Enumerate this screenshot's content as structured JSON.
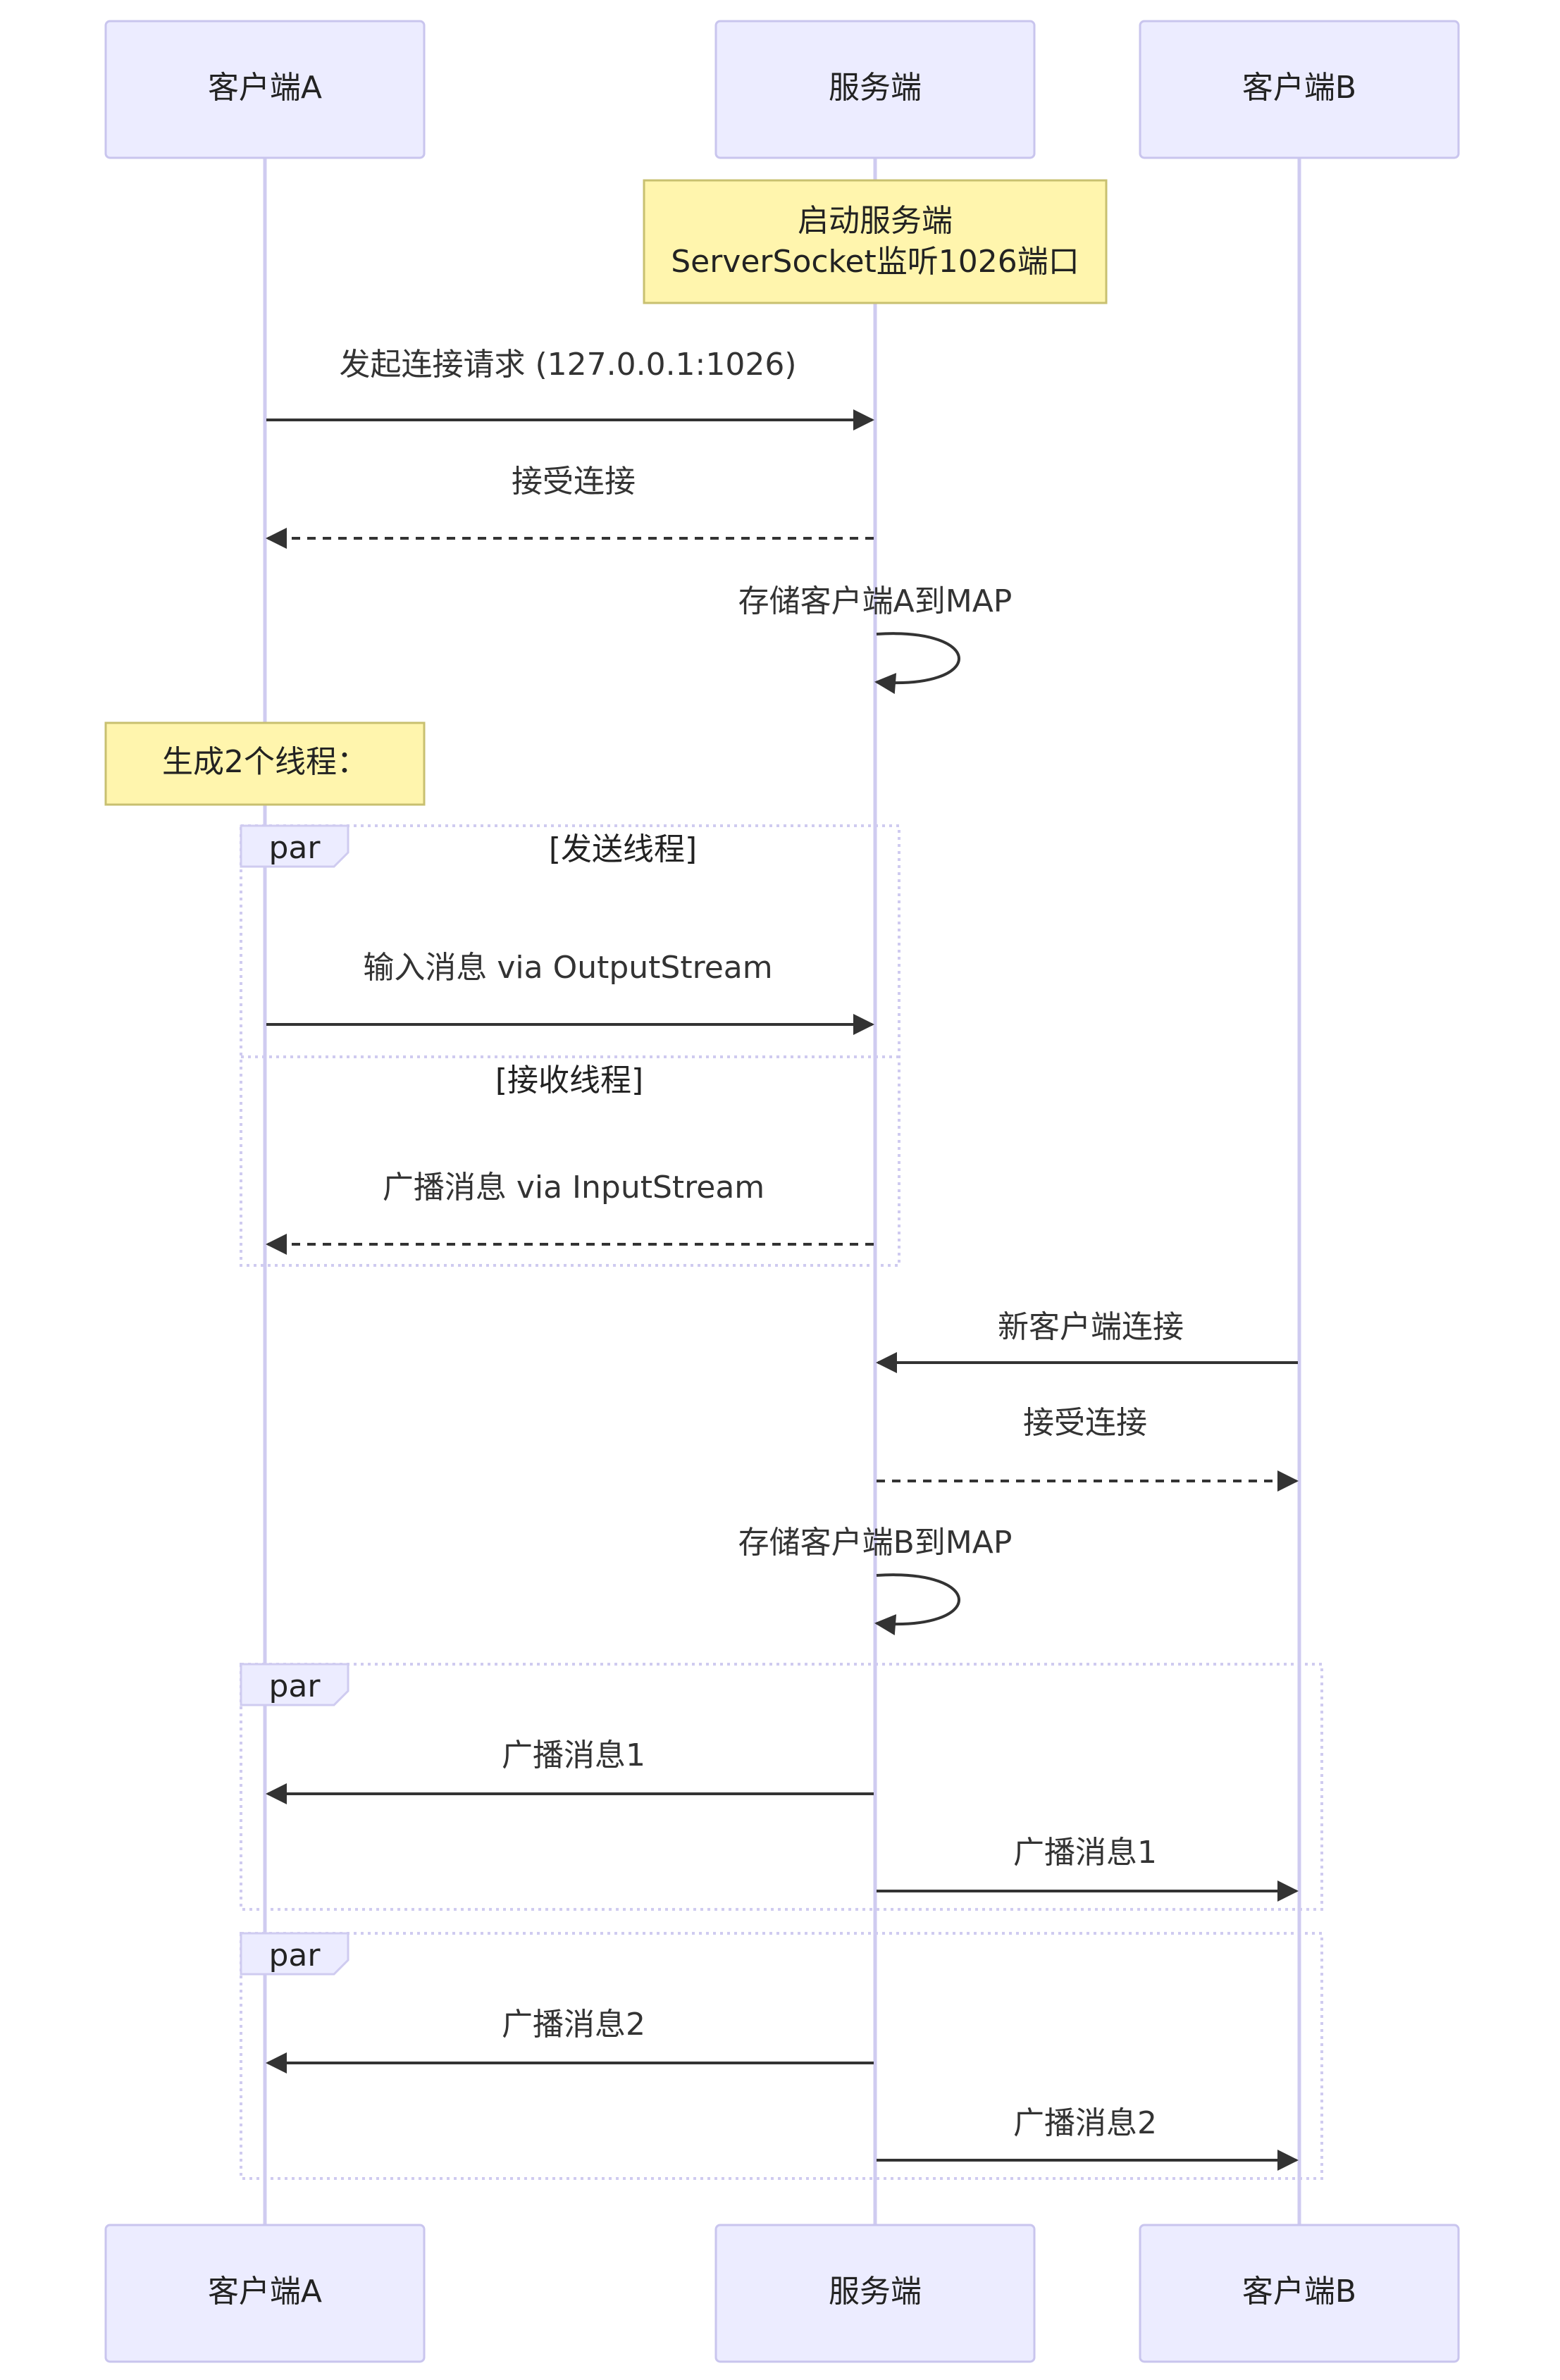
{
  "participants": [
    {
      "id": "A",
      "label": "客户端A"
    },
    {
      "id": "S",
      "label": "服务端"
    },
    {
      "id": "B",
      "label": "客户端B"
    }
  ],
  "notes": [
    {
      "id": "note-server-start",
      "lines": [
        "启动服务端",
        "ServerSocket监听1026端口"
      ]
    },
    {
      "id": "note-threads",
      "lines": [
        "生成2个线程："
      ]
    }
  ],
  "messages": [
    {
      "id": "msg-1",
      "from": "A",
      "to": "S",
      "label": "发起连接请求 (127.0.0.1:1026)",
      "style": "solid"
    },
    {
      "id": "msg-2",
      "from": "S",
      "to": "A",
      "label": "接受连接",
      "style": "dashed"
    },
    {
      "id": "msg-3",
      "from": "S",
      "to": "S",
      "label": "存储客户端A到MAP",
      "style": "solid"
    },
    {
      "id": "msg-4",
      "from": "A",
      "to": "S",
      "label": "输入消息 via OutputStream",
      "style": "solid"
    },
    {
      "id": "msg-5",
      "from": "S",
      "to": "A",
      "label": "广播消息 via InputStream",
      "style": "dashed"
    },
    {
      "id": "msg-6",
      "from": "B",
      "to": "S",
      "label": "新客户端连接",
      "style": "solid"
    },
    {
      "id": "msg-7",
      "from": "S",
      "to": "B",
      "label": "接受连接",
      "style": "dashed"
    },
    {
      "id": "msg-8",
      "from": "S",
      "to": "S",
      "label": "存储客户端B到MAP",
      "style": "solid"
    },
    {
      "id": "msg-9",
      "from": "S",
      "to": "A",
      "label": "广播消息1",
      "style": "solid"
    },
    {
      "id": "msg-10",
      "from": "S",
      "to": "B",
      "label": "广播消息1",
      "style": "solid"
    },
    {
      "id": "msg-11",
      "from": "S",
      "to": "A",
      "label": "广播消息2",
      "style": "solid"
    },
    {
      "id": "msg-12",
      "from": "S",
      "to": "B",
      "label": "广播消息2",
      "style": "solid"
    }
  ],
  "blocks": [
    {
      "id": "par-1",
      "keyword": "par",
      "sections": [
        "[发送线程]",
        "[接收线程]"
      ]
    },
    {
      "id": "par-2",
      "keyword": "par",
      "sections": []
    },
    {
      "id": "par-3",
      "keyword": "par",
      "sections": []
    }
  ],
  "colors": {
    "actor_fill": "#ECECFF",
    "actor_stroke": "#C9C5EE",
    "lifeline": "#CFCBF0",
    "note_fill": "#FFF5AD",
    "note_stroke": "#C8C070",
    "arrow": "#333333",
    "loop_stroke": "#CFCBF0",
    "loop_label_fill": "#ECECFF"
  }
}
